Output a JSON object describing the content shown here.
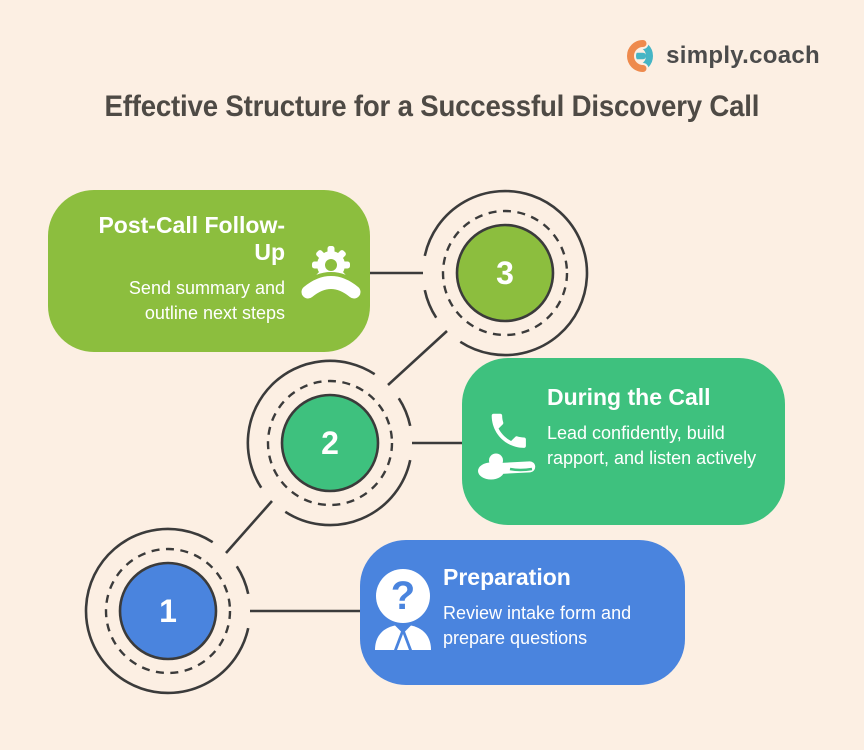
{
  "brand": {
    "name": "simply.coach"
  },
  "header": {
    "title": "Effective Structure for a Successful Discovery Call"
  },
  "colors": {
    "background": "#FCEFE3",
    "line": "#3B3B3B",
    "step1_blue": "#4A84DE",
    "step2_green": "#3EC17E",
    "step3_olive": "#8CBE3E",
    "logo_orange": "#EE8A4D",
    "logo_teal": "#45B5C5",
    "title_text": "#4E4A45"
  },
  "steps": [
    {
      "number": "1",
      "title": "Preparation",
      "description": "Review intake form and prepare questions",
      "icon": "person-question-icon",
      "color": "#4A84DE"
    },
    {
      "number": "2",
      "title": "During the Call",
      "description": "Lead confidently, build rapport, and listen actively",
      "icon": "phone-in-hand-icon",
      "color": "#3EC17E"
    },
    {
      "number": "3",
      "title": "Post-Call Follow-Up",
      "description": "Send summary and outline next steps",
      "icon": "gear-phone-icon",
      "color": "#8CBE3E"
    }
  ]
}
